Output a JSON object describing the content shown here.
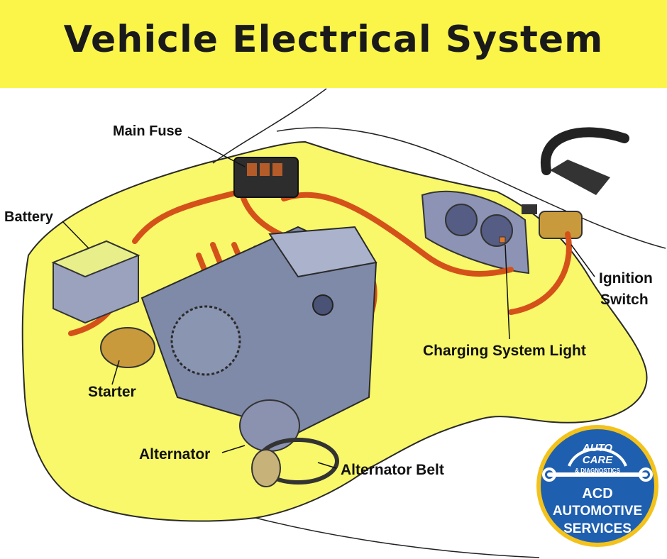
{
  "header": {
    "title": "Vehicle Electrical System",
    "background_color": "#fbf54a"
  },
  "labels": {
    "main_fuse": "Main Fuse",
    "battery": "Battery",
    "ignition_switch_line1": "Ignition",
    "ignition_switch_line2": "Switch",
    "charging_system_light": "Charging System Light",
    "starter": "Starter",
    "alternator": "Alternator",
    "alternator_belt": "Alternator Belt"
  },
  "logo": {
    "badge_line1": "AUTO",
    "badge_line2": "CARE",
    "badge_line3": "& DIAGNOSTICS",
    "line1": "ACD",
    "line2": "AUTOMOTIVE",
    "line3": "SERVICES",
    "colors": {
      "ring": "#f3c21b",
      "fill": "#1f5fb0"
    }
  },
  "colors": {
    "highlight": "#f8f86a",
    "wire": "#d4521a",
    "engine": "#7f8aa8"
  }
}
